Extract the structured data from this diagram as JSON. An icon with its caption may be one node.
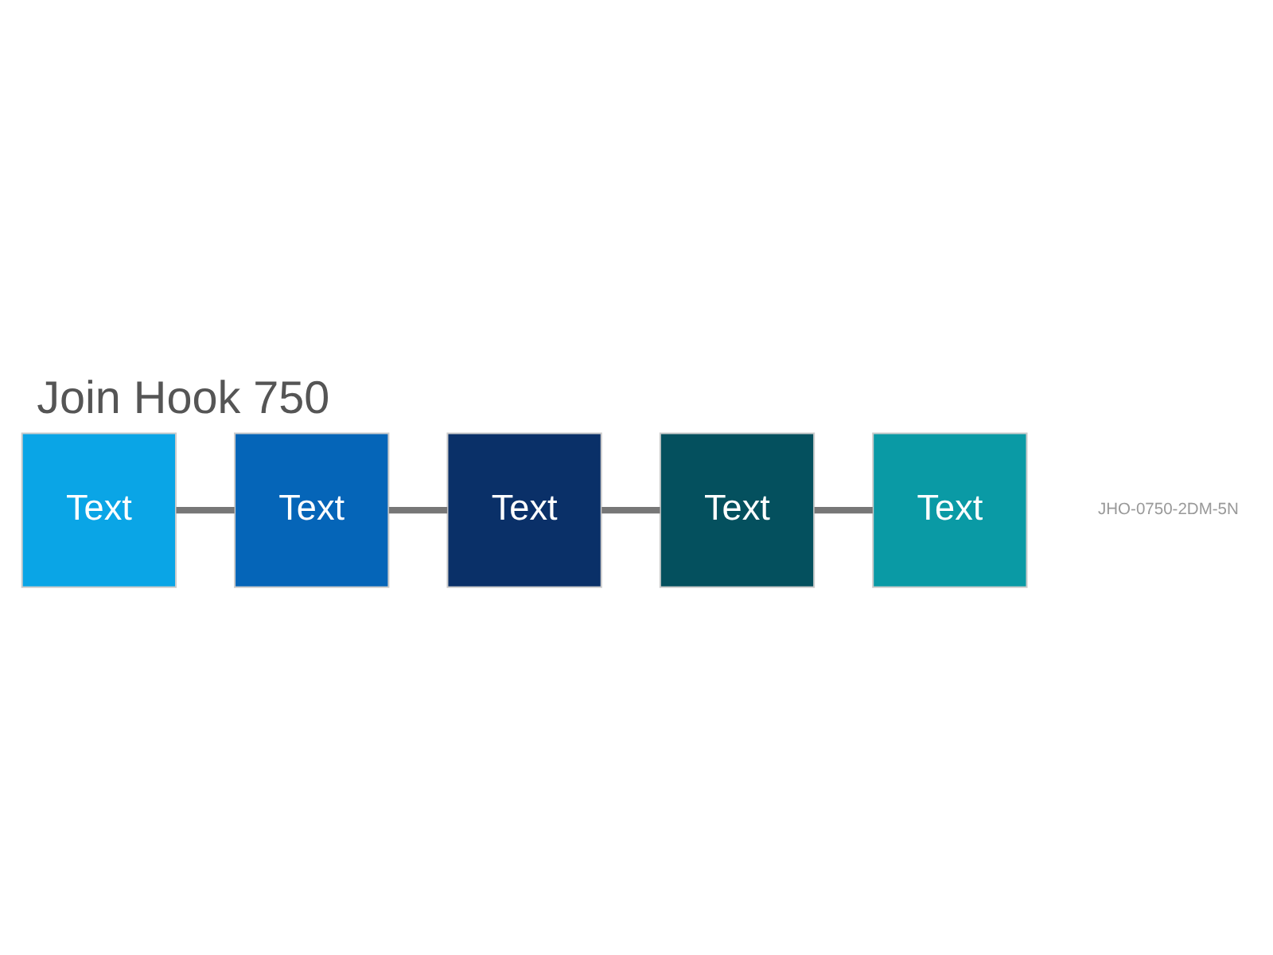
{
  "diagram": {
    "title": "Join Hook 750",
    "nodes": [
      {
        "text": [
          "Text"
        ]
      },
      {
        "text": [
          "Text"
        ]
      },
      {
        "text": [
          "Text"
        ]
      },
      {
        "text": [
          "Text"
        ]
      },
      {
        "text": [
          "Text"
        ]
      }
    ],
    "edges": [
      {
        "from": 0,
        "to": 1,
        "arrow": "none"
      },
      {
        "from": 1,
        "to": 2,
        "arrow": "none"
      },
      {
        "from": 2,
        "to": 3,
        "arrow": "none"
      },
      {
        "from": 3,
        "to": 4,
        "arrow": "none"
      }
    ],
    "labels": [
      "JHO-0750-2DM-5N"
    ]
  }
}
